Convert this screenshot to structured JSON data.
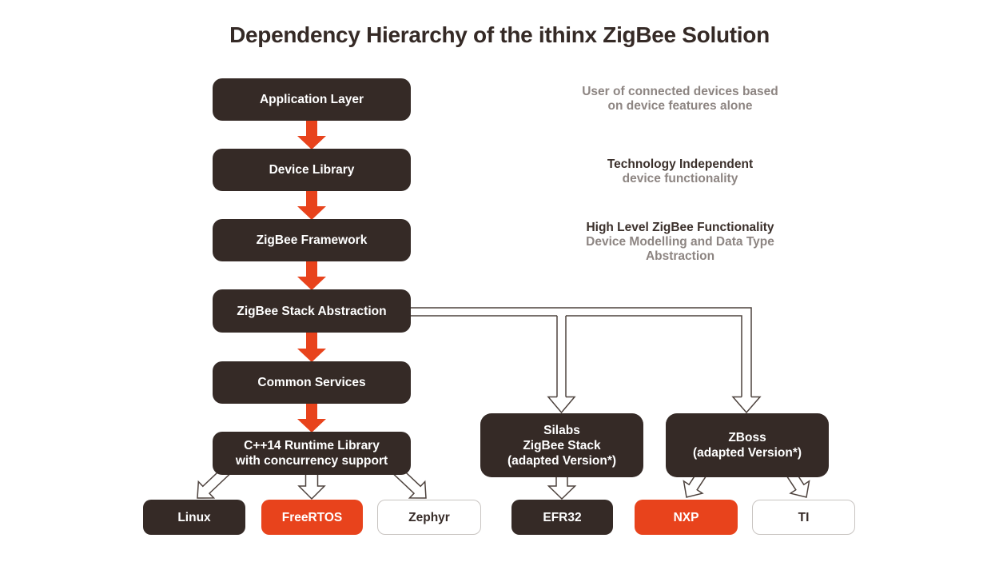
{
  "title": "Dependency Hierarchy of the ithinx ZigBee Solution",
  "colors": {
    "dark_box": "#352a26",
    "orange": "#e8431c",
    "gray_text": "#8d8582",
    "dark_text": "#3b302b",
    "connector_outline": "#4d423d",
    "light_box_border": "#c8c4c1"
  },
  "stack": {
    "application_layer": "Application Layer",
    "device_library": "Device Library",
    "zigbee_framework": "ZigBee Framework",
    "zigbee_stack_abstraction": "ZigBee Stack Abstraction",
    "common_services": "Common Services",
    "cpp14_line1": "C++14 Runtime Library",
    "cpp14_line2": "with concurrency support"
  },
  "annotations": {
    "a1_line1": "User of connected devices based",
    "a1_line2": "on device features alone",
    "a2_line1": "Technology Independent",
    "a2_line2": "device functionality",
    "a3_line1": "High Level ZigBee Functionality",
    "a3_line2": "Device Modelling and Data Type",
    "a3_line3": "Abstraction"
  },
  "vendor_stacks": {
    "silabs_line1": "Silabs",
    "silabs_line2": "ZigBee Stack",
    "silabs_line3": "(adapted Version*)",
    "zboss_line1": "ZBoss",
    "zboss_line2": "(adapted Version*)"
  },
  "platforms": {
    "linux": "Linux",
    "freertos": "FreeRTOS",
    "zephyr": "Zephyr",
    "efr32": "EFR32",
    "nxp": "NXP",
    "ti": "TI"
  }
}
